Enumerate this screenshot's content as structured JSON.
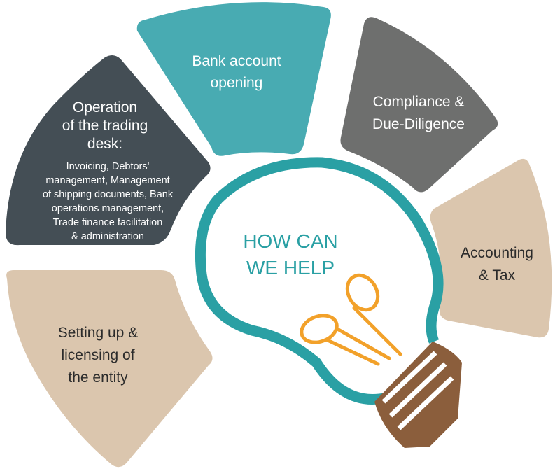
{
  "colors": {
    "teal": "#48abb2",
    "dark_slate": "#444e55",
    "gray": "#6e6f6e",
    "beige": "#dbc6ae",
    "bulb_outline": "#2aa0a4",
    "filament": "#f2a12a",
    "base_brown": "#8b5e3c",
    "white": "#ffffff"
  },
  "center": {
    "line1": "HOW CAN",
    "line2": "WE HELP"
  },
  "segments": {
    "bank": {
      "line1": "Bank account",
      "line2": "opening"
    },
    "compliance": {
      "line1": "Compliance &",
      "line2": "Due-Diligence"
    },
    "accounting": {
      "line1": "Accounting",
      "line2": "& Tax"
    },
    "setup": {
      "line1": "Setting up &",
      "line2": "licensing of",
      "line3": "the entity"
    },
    "trading": {
      "title1": "Operation",
      "title2": "of the trading",
      "title3": "desk:",
      "detail1": "Invoicing, Debtors'",
      "detail2": "management, Management",
      "detail3": "of shipping documents, Bank",
      "detail4": "operations management,",
      "detail5": "Trade finance facilitation",
      "detail6": "& administration"
    }
  }
}
